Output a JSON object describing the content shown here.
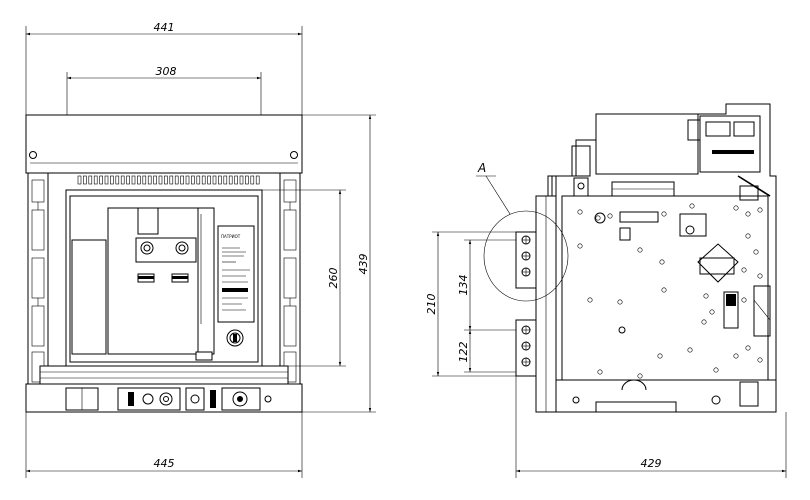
{
  "front_view": {
    "dim_overall_width_top": "441",
    "dim_inner_width": "308",
    "dim_overall_width_bottom": "445",
    "dim_height_total": "439",
    "dim_height_inner": "260",
    "label_plate_brand": "ПАТРИОТ"
  },
  "side_view": {
    "dim_depth": "429",
    "dim_terminal_span": "210",
    "dim_terminal_upper": "134",
    "dim_terminal_lower": "122",
    "callout_label": "A"
  }
}
